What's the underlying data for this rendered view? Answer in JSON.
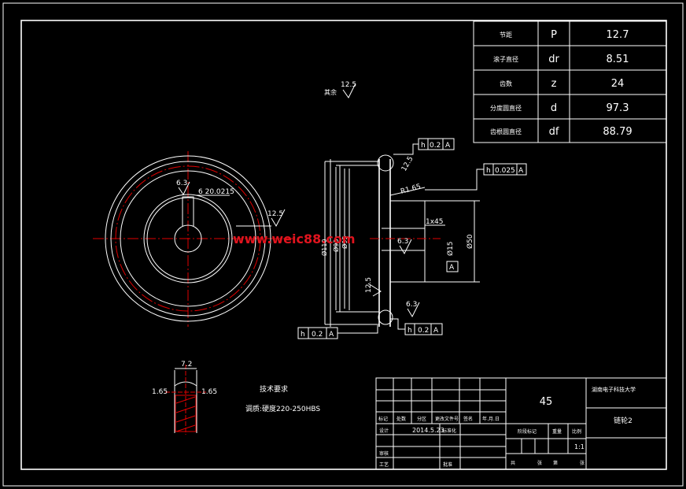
{
  "param_table": {
    "rows": [
      {
        "name": "节距",
        "symbol": "P",
        "value": "12.7"
      },
      {
        "name": "滚子直径",
        "symbol": "dr",
        "value": "8.51"
      },
      {
        "name": "齿数",
        "symbol": "z",
        "value": "24"
      },
      {
        "name": "分度圆直径",
        "symbol": "d",
        "value": "97.3"
      },
      {
        "name": "齿根圆直径",
        "symbol": "df",
        "value": "88.79"
      }
    ]
  },
  "top_note": {
    "label": "其余",
    "roughness": "12.5"
  },
  "front_view": {
    "keyway_roughness": "6.3",
    "keyway_dim": "6 20.0215",
    "face_roughness": "12.5"
  },
  "section_view": {
    "tol_top": {
      "sym": "h",
      "val": "0.2",
      "ref": "A"
    },
    "tol_right": {
      "sym": "h",
      "val": "0.025",
      "ref": "A"
    },
    "tol_bottom_left": {
      "sym": "h",
      "val": "0.2",
      "ref": "A"
    },
    "tol_bottom_right": {
      "sym": "h",
      "val": "0.2",
      "ref": "A"
    },
    "roughness_tooth": "12.5",
    "radius_label": "R1.65",
    "chamfer_label": "1x45",
    "bore_roughness": "6.3",
    "left_roughness": "12.5",
    "bottom_roughness": "6.3",
    "dim_outer": "Ø110",
    "dim_pitch": "Ø93",
    "dim_root": "Ø95",
    "dim_bore": "Ø15",
    "dim_hub": "Ø50",
    "datum": "A"
  },
  "tooth_detail": {
    "width": "7.2",
    "left": "1.65",
    "right": "1.65"
  },
  "tech_req": {
    "title": "技术要求",
    "line1": "调质:硬度220-250HBS"
  },
  "title_block": {
    "material": "45",
    "school": "湖南电子科技大学",
    "part_name": "链轮2",
    "date": "2014.5.23",
    "scale": "1:1",
    "labels": {
      "mark": "标记",
      "count": "处数",
      "zone": "分区",
      "change_no": "更改文件号",
      "sign": "签名",
      "ymd": "年.月.日",
      "design": "设计",
      "standard": "标准化",
      "stage_mark": "阶段标记",
      "weight": "重量",
      "scale": "比例",
      "check": "审核",
      "process": "工艺",
      "approve": "批准",
      "sheets": "共",
      "sheet": "张",
      "of": "第",
      "page": "张"
    }
  },
  "watermark": "www.weic88.com"
}
